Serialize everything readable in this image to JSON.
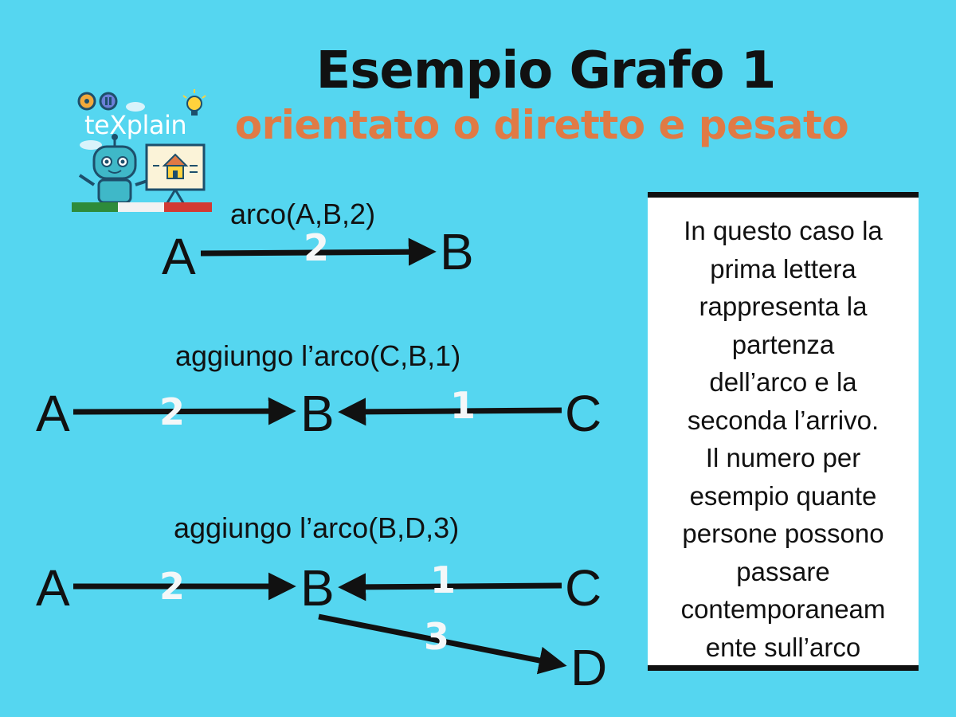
{
  "header": {
    "title": "Esempio Grafo 1",
    "subtitle": "orientato o diretto e pesato"
  },
  "logo": {
    "text": "teXplain",
    "icon": "robot-presenter-icon",
    "flag_colors": [
      "#2e8b3a",
      "#f2f2f2",
      "#d23a33"
    ]
  },
  "diagrams": [
    {
      "caption": "arco(A,B,2)",
      "nodes": [
        "A",
        "B"
      ],
      "edges": [
        {
          "from": "A",
          "to": "B",
          "weight": "2"
        }
      ]
    },
    {
      "caption": "aggiungo l’arco(C,B,1)",
      "nodes": [
        "A",
        "B",
        "C"
      ],
      "edges": [
        {
          "from": "A",
          "to": "B",
          "weight": "2"
        },
        {
          "from": "C",
          "to": "B",
          "weight": "1"
        }
      ]
    },
    {
      "caption": "aggiungo l’arco(B,D,3)",
      "nodes": [
        "A",
        "B",
        "C",
        "D"
      ],
      "edges": [
        {
          "from": "A",
          "to": "B",
          "weight": "2"
        },
        {
          "from": "C",
          "to": "B",
          "weight": "1"
        },
        {
          "from": "B",
          "to": "D",
          "weight": "3"
        }
      ]
    }
  ],
  "note": {
    "lines": [
      "In questo caso la",
      "prima lettera",
      "rappresenta la",
      "partenza",
      "dell’arco e la",
      "seconda l’arrivo.",
      "Il numero per",
      "esempio quante",
      "persone possono",
      "passare",
      "contemporaneam",
      "ente sull’arco"
    ]
  },
  "colors": {
    "background": "#55d6f0",
    "subtitle": "#e07a45",
    "weight_label": "#f4f7f8",
    "ink": "#111111"
  }
}
